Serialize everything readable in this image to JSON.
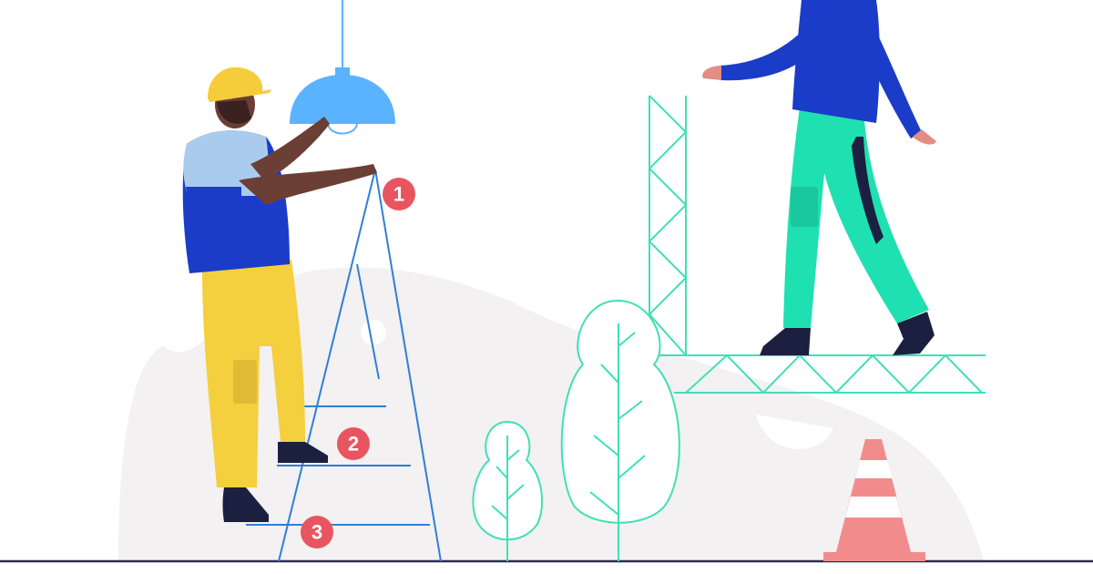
{
  "colors": {
    "background": "#ffffff",
    "blob": "#f3f1f1",
    "ground_line": "#2d2b4e",
    "ladder": "#2f7fd6",
    "lamp": "#5bb2ff",
    "lamp_cord": "#5bb2ff",
    "scaffold": "#3fe0b8",
    "tree_outline": "#3fe0b8",
    "badge": "#e85560",
    "helmet": "#f5cc3a",
    "skin_dark": "#6b3f35",
    "skin_light": "#e38d86",
    "shirt_blue": "#1b3cc8",
    "shirt_light": "#a9ccee",
    "pants_yellow": "#f4cf3e",
    "pants_green": "#1fe0b0",
    "shoes": "#1b2040",
    "cone_pink": "#f28c8c",
    "cone_white": "#ffffff"
  },
  "badges": [
    {
      "number": "1"
    },
    {
      "number": "2"
    },
    {
      "number": "3"
    }
  ],
  "icons": {
    "lamp": "pendant-lamp-icon",
    "ladder": "step-ladder-icon",
    "scaffold": "scaffold-icon",
    "cone": "traffic-cone-icon",
    "tree": "tree-icon"
  }
}
